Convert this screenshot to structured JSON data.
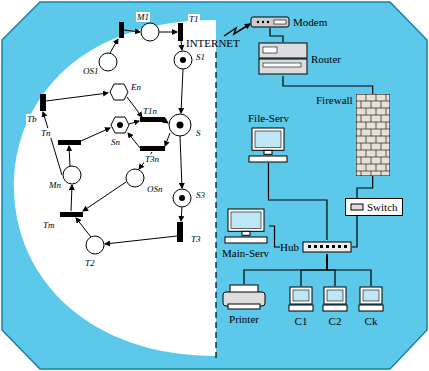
{
  "diagram": {
    "nodes": [
      {
        "text": [
          "Modem"
        ]
      },
      {
        "text": [
          "Router"
        ]
      },
      {
        "text": [
          "Firewall"
        ]
      },
      {
        "text": [
          "File-Serv"
        ]
      },
      {
        "text": [
          "Switch"
        ]
      },
      {
        "text": [
          "Main-Serv"
        ]
      },
      {
        "text": [
          "Hub"
        ]
      },
      {
        "text": [
          "Printer"
        ]
      },
      {
        "text": [
          "C1"
        ]
      },
      {
        "text": [
          "C2"
        ]
      },
      {
        "text": [
          "Ck"
        ]
      }
    ],
    "edges": [
      {
        "from": 0,
        "to": 1,
        "arrow": "none"
      },
      {
        "from": 1,
        "to": 2,
        "arrow": "none"
      },
      {
        "from": 2,
        "to": 4,
        "arrow": "none"
      },
      {
        "from": 4,
        "to": 6,
        "arrow": "none"
      },
      {
        "from": 3,
        "to": 6,
        "arrow": "none"
      },
      {
        "from": 5,
        "to": 6,
        "arrow": "none"
      },
      {
        "from": 6,
        "to": 7,
        "arrow": "none"
      },
      {
        "from": 6,
        "to": 8,
        "arrow": "none"
      },
      {
        "from": 6,
        "to": 9,
        "arrow": "none"
      },
      {
        "from": 6,
        "to": 10,
        "arrow": "none"
      }
    ],
    "labels": [
      "INTERNET",
      "M1",
      "T1",
      "S1",
      "OS1",
      "Tb",
      "En",
      "Sn",
      "T1n",
      "S",
      "T3n",
      "Tn",
      "Mn",
      "OSn",
      "S3",
      "T3",
      "T2",
      "Tm"
    ]
  }
}
